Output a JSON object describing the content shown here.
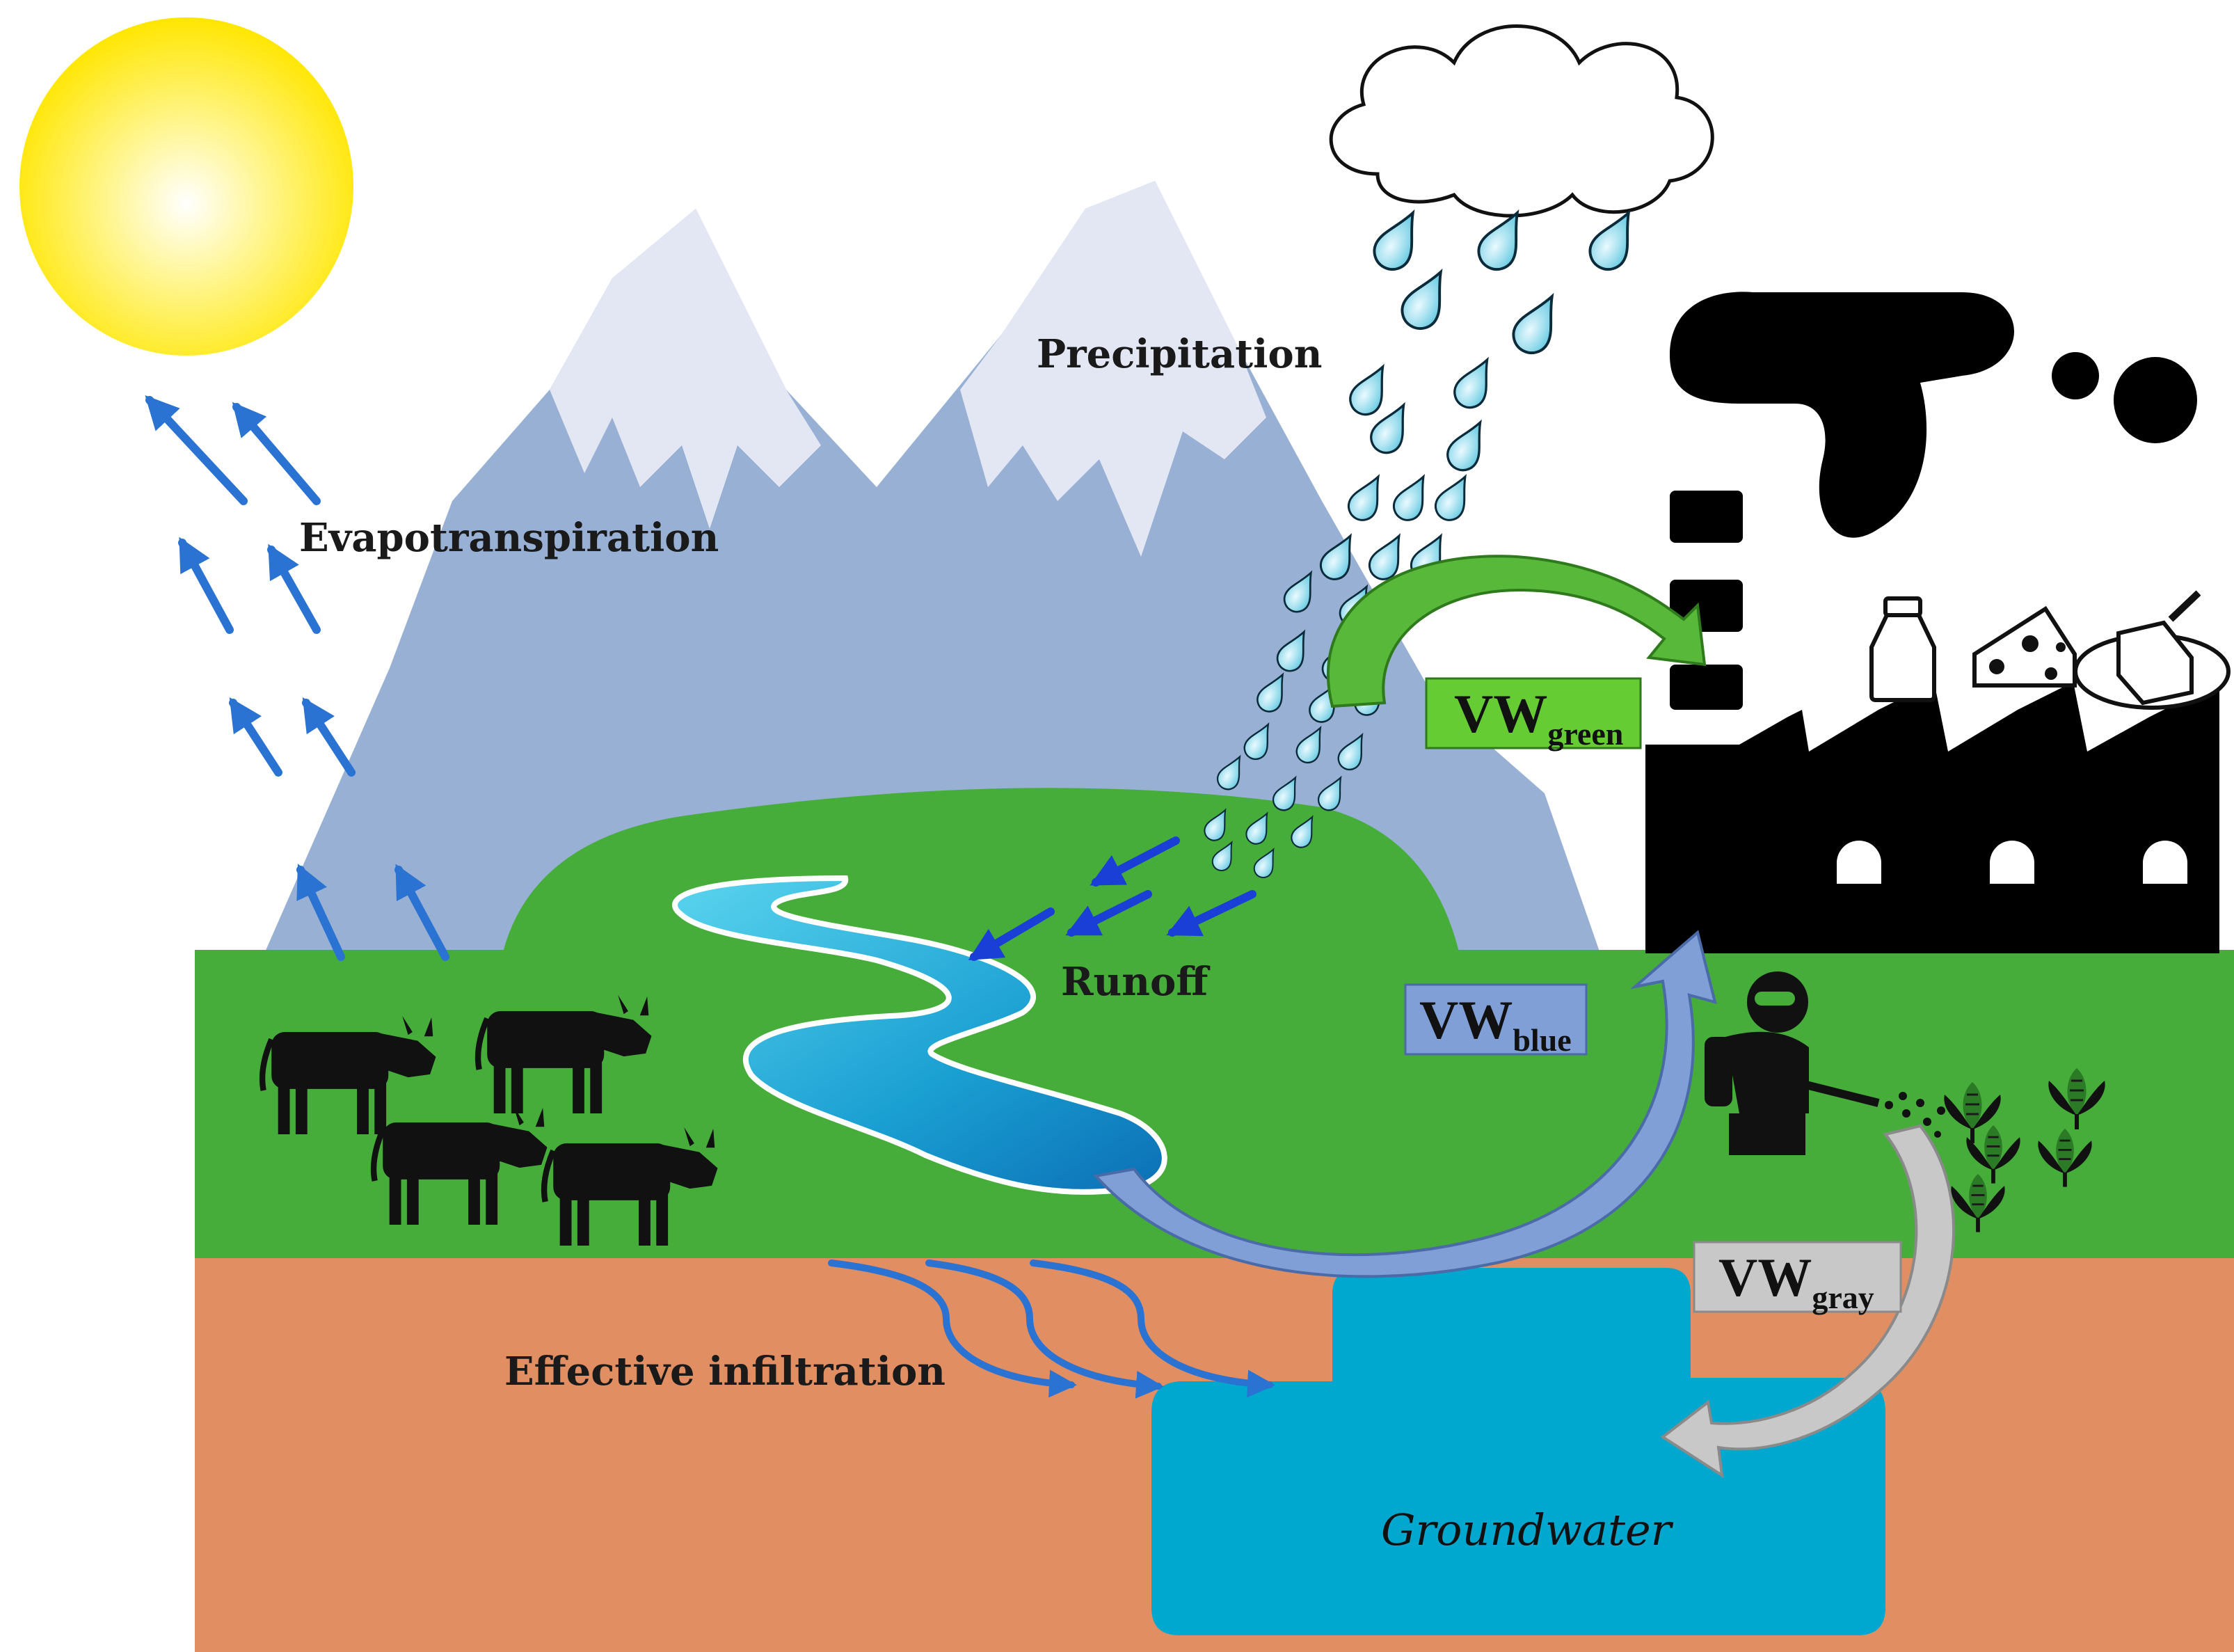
{
  "labels": {
    "precipitation": "Precipitation",
    "evapotranspiration": "Evapotranspiration",
    "runoff": "Runoff",
    "effective_infiltration": "Effective infiltration",
    "groundwater": "Groundwater"
  },
  "virtual_water": {
    "green": {
      "main": "VW",
      "sub": "green",
      "color": "#66cc33"
    },
    "blue": {
      "main": "VW",
      "sub": "blue",
      "color": "#7f9fd6"
    },
    "gray": {
      "main": "VW",
      "sub": "gray",
      "color": "#c8c8c8"
    }
  },
  "colors": {
    "sun": "#ffee00",
    "mountain": "#98b0d4",
    "snow": "#e2e7f3",
    "field": "#46ad3a",
    "soil": "#e08e62",
    "groundwater": "#00a7cf",
    "river": "#1a9fd2",
    "factory": "#000000",
    "arrow_blue": "#2a73d2",
    "arrow_runoff": "#1a3fd6"
  }
}
